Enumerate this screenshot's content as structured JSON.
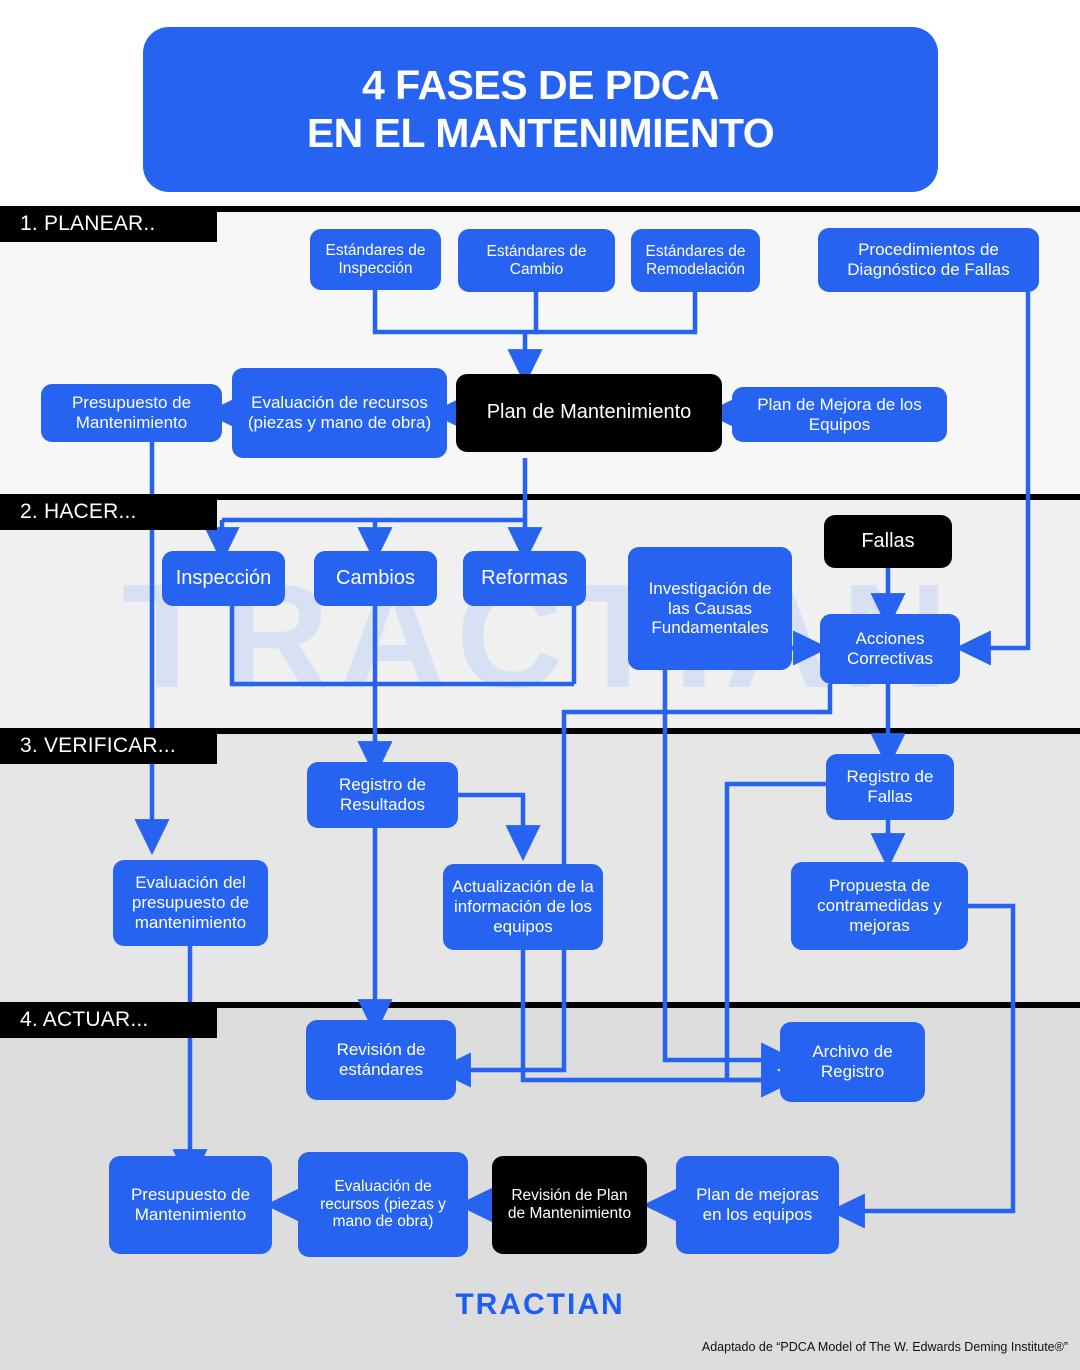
{
  "title": {
    "line1": "4 FASES DE PDCA",
    "line2": "EN EL MANTENIMIENTO"
  },
  "watermark": "TRACTIAN",
  "brand": "TRACTIAN",
  "attribution": "Adaptado de “PDCA Model of The W. Edwards Deming Institute®”",
  "colors": {
    "accent_blue": "#2563f0",
    "dark": "#000000",
    "band_plan": "#f7f7f7",
    "band_do": "#f0f0f0",
    "band_check": "#e6e6e6",
    "band_act": "#dddddd",
    "watermark": "#cfdcf5"
  },
  "phases": [
    {
      "tag": "1. PLANEAR..",
      "name": "planear"
    },
    {
      "tag": "2. HACER...",
      "name": "hacer"
    },
    {
      "tag": "3. VERIFICAR...",
      "name": "verificar"
    },
    {
      "tag": "4. ACTUAR...",
      "name": "actuar"
    }
  ],
  "nodes": {
    "estandares_inspeccion": "Estándares de Inspección",
    "estandares_cambio": "Estándares de Cambio",
    "estandares_remodelacion": "Estándares de Remodelación",
    "procedimientos_diagnostico": "Procedimientos de Diagnóstico de Fallas",
    "presupuesto_mantenimiento": "Presupuesto de Mantenimiento",
    "evaluacion_recursos": "Evaluación de recursos (piezas y mano de obra)",
    "plan_mantenimiento": "Plan de Mantenimiento",
    "plan_mejora_equipos": "Plan de Mejora de los Equipos",
    "inspeccion": "Inspección",
    "cambios": "Cambios",
    "reformas": "Reformas",
    "investigacion_causas": "Investigación de las Causas Fundamentales",
    "fallas": "Fallas",
    "acciones_correctivas": "Acciones Correctivas",
    "registro_resultados": "Registro de Resultados",
    "registro_fallas": "Registro de Fallas",
    "evaluacion_presupuesto": "Evaluación del presupuesto de mantenimiento",
    "actualizacion_informacion": "Actualización de la información de los equipos",
    "propuesta_contramedidas": "Propuesta de contramedidas y mejoras",
    "revision_estandares": "Revisión de estándares",
    "archivo_registro": "Archivo de Registro",
    "presupuesto_mantenimiento_2": "Presupuesto de Mantenimiento",
    "evaluacion_recursos_2": "Evaluación de recursos (piezas y mano de obra)",
    "revision_plan_mantenimiento": "Revisión de Plan de Mantenimiento",
    "plan_mejoras_equipos_2": "Plan de mejoras en los equipos"
  }
}
